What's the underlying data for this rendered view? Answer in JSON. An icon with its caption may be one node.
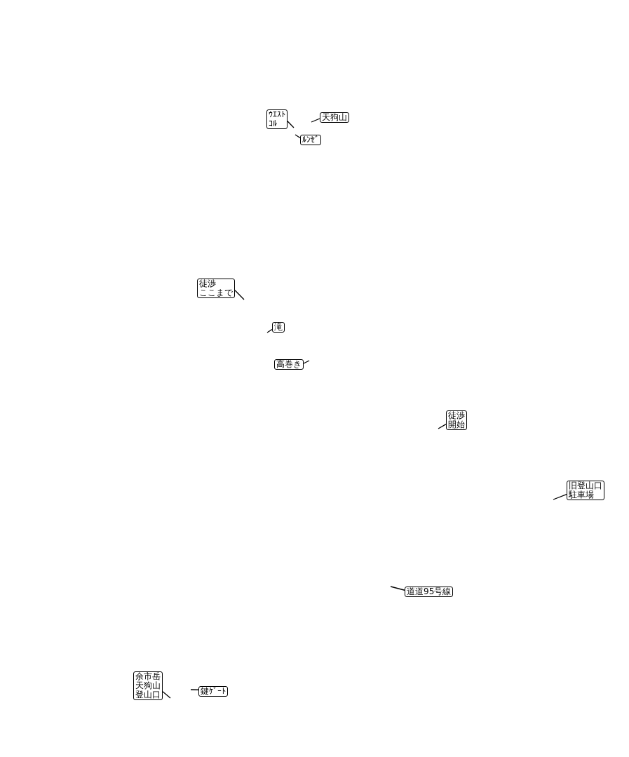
{
  "diagram": {
    "nodes": [
      {
        "text": [
          "ｳｴｽﾄｺﾙ"
        ]
      },
      {
        "text": [
          "天狗山"
        ]
      },
      {
        "text": [
          "ﾙﾝｾﾞ"
        ]
      },
      {
        "text": [
          "徒渉ここまで"
        ]
      },
      {
        "text": [
          "滝"
        ]
      },
      {
        "text": [
          "高巻き"
        ]
      },
      {
        "text": [
          "徒渉開始"
        ]
      },
      {
        "text": [
          "旧登山口駐車場"
        ]
      },
      {
        "text": [
          "道道95号線"
        ]
      },
      {
        "text": [
          "余市岳天狗山登山口"
        ]
      },
      {
        "text": [
          "鍵ｹﾞｰﾄ"
        ]
      }
    ],
    "edges": [
      {
        "from": 0,
        "to": null,
        "arrow": "none"
      },
      {
        "from": 1,
        "to": null,
        "arrow": "none"
      },
      {
        "from": 2,
        "to": null,
        "arrow": "none"
      },
      {
        "from": 3,
        "to": null,
        "arrow": "none"
      },
      {
        "from": 4,
        "to": null,
        "arrow": "none"
      },
      {
        "from": 5,
        "to": null,
        "arrow": "none"
      },
      {
        "from": 6,
        "to": null,
        "arrow": "none"
      },
      {
        "from": 7,
        "to": null,
        "arrow": "none"
      },
      {
        "from": 8,
        "to": null,
        "arrow": "none"
      },
      {
        "from": 9,
        "to": null,
        "arrow": "none"
      },
      {
        "from": 10,
        "to": null,
        "arrow": "none"
      }
    ]
  }
}
